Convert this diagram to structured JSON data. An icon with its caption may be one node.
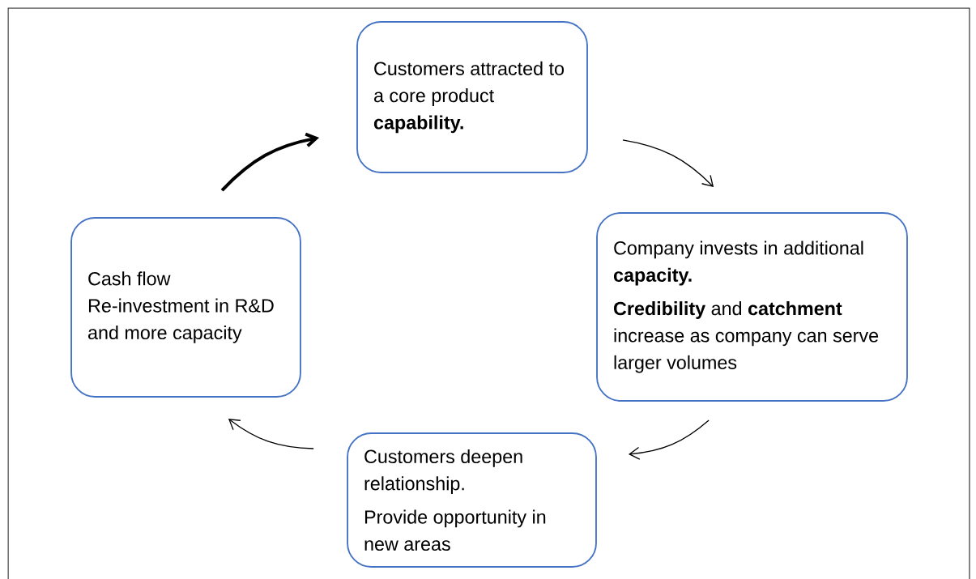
{
  "diagram": {
    "nodes": [
      {
        "text": [
          "Customers attracted to a core product **capability.**"
        ]
      },
      {
        "text": [
          "Company invests in additional **capacity.**",
          "**Credibility** and **catchment** increase as company can serve larger volumes"
        ]
      },
      {
        "text": [
          "Customers deepen relationship.",
          "Provide opportunity in new areas"
        ]
      },
      {
        "text": [
          "Cash flow Re-investment in R&D and more capacity"
        ]
      }
    ],
    "edges": [
      {
        "from": 0,
        "to": 1,
        "arrow": "to"
      },
      {
        "from": 1,
        "to": 2,
        "arrow": "to"
      },
      {
        "from": 2,
        "to": 3,
        "arrow": "to"
      },
      {
        "from": 3,
        "to": 0,
        "arrow": "to",
        "style": "thick"
      }
    ]
  }
}
